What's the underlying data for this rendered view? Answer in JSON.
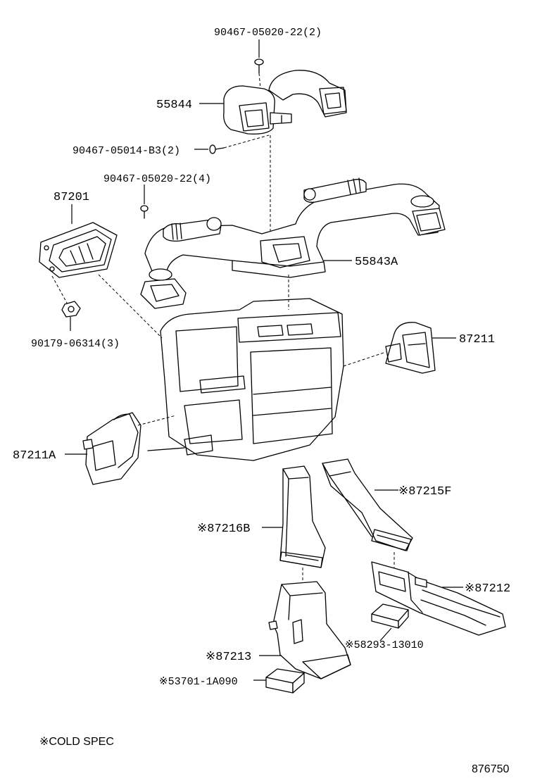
{
  "labels": {
    "bolt_top": "90467-05020-22(2)",
    "duct_55844": "55844",
    "bolt_mid": "90467-05014-B3(2)",
    "bolt_left": "90467-05020-22(4)",
    "vent_87201": "87201",
    "duct_55843a": "55843A",
    "nut_90179": "90179-06314(3)",
    "case_87211": "87211",
    "case_87211a": "87211A",
    "duct_87215f": "※87215F",
    "duct_87216b": "※87216B",
    "duct_87212": "※87212",
    "duct_87213": "※87213",
    "pad_58293": "※58293-13010",
    "pad_53701": "※53701-1A090"
  },
  "note": "※COLD SPEC",
  "diagram_number": "876750"
}
